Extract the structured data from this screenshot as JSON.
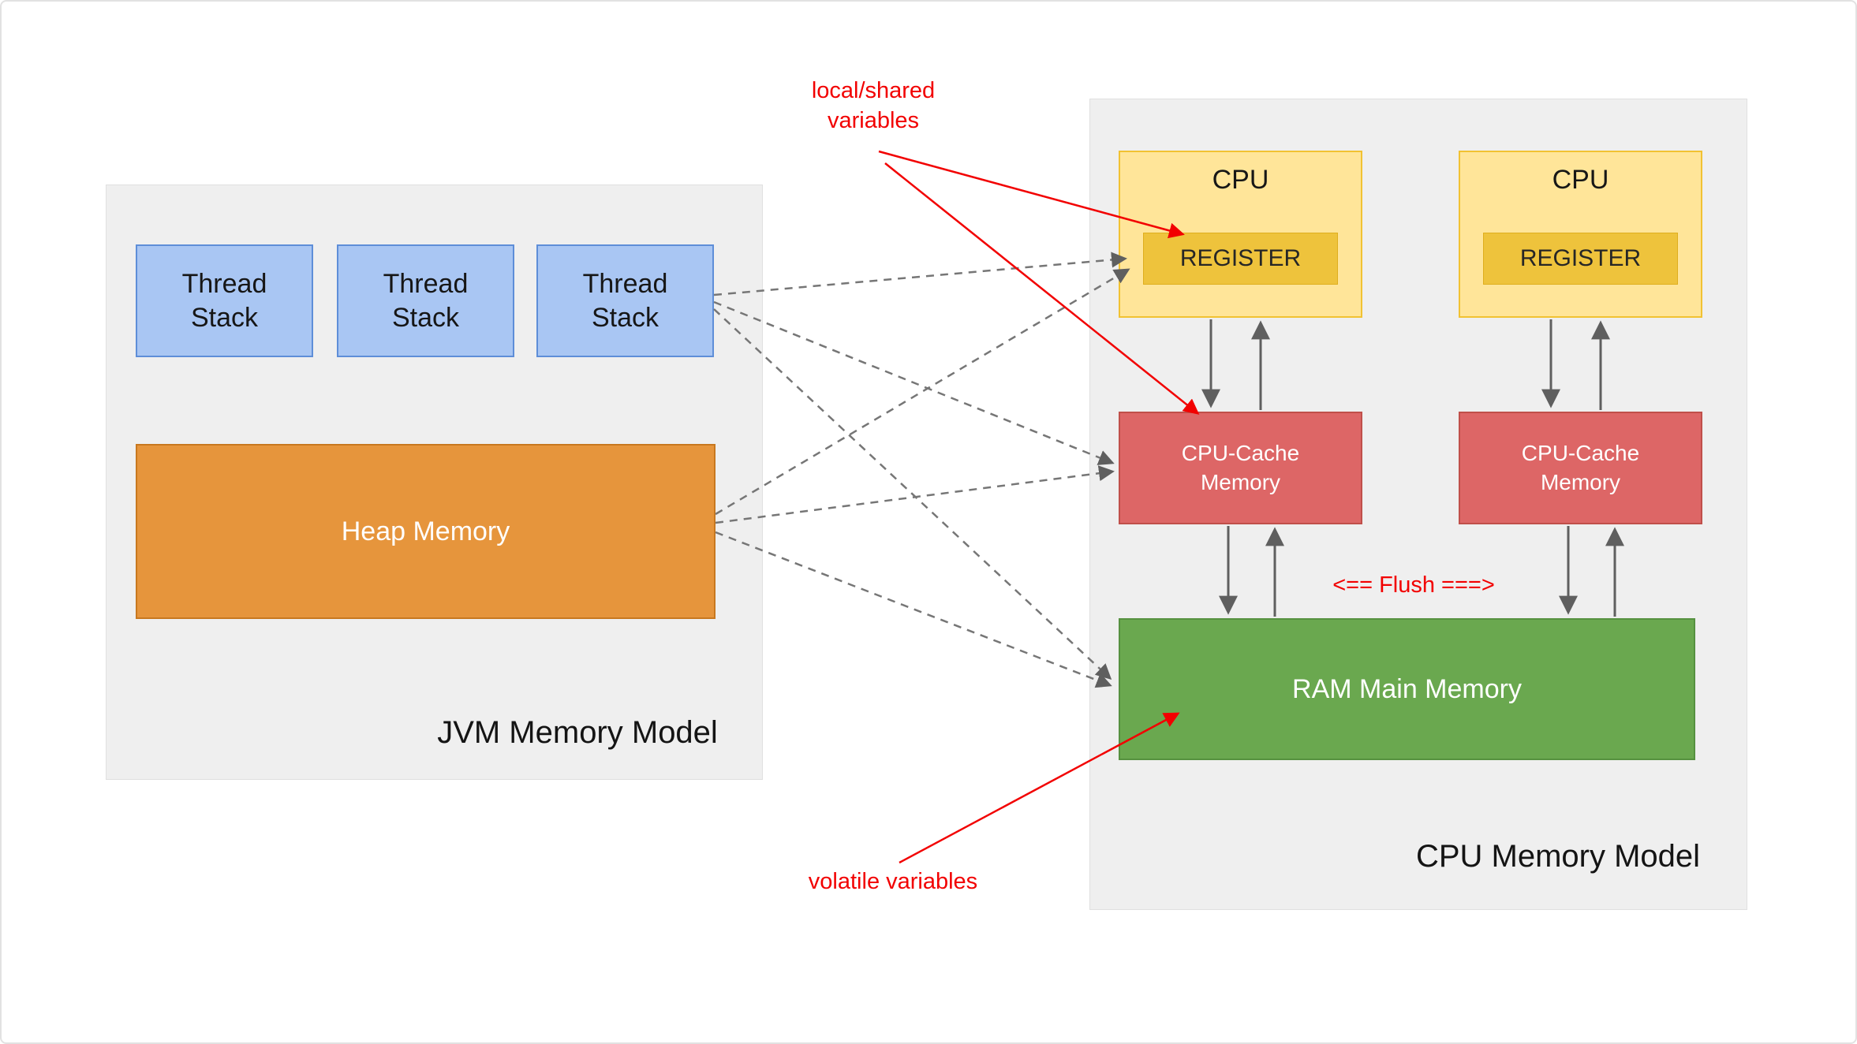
{
  "colors": {
    "thread_stack_fill": "#a9c6f3",
    "thread_stack_border": "#5e8ed8",
    "heap_fill": "#e6953c",
    "cpu_fill": "#ffe599",
    "cpu_border": "#f1c232",
    "register_fill": "#eec33c",
    "cache_fill": "#dd6666",
    "ram_fill": "#6aa84f",
    "panel_fill": "#efefef",
    "annotation_red": "#f20000",
    "arrow_gray": "#5f5f5f"
  },
  "jvm": {
    "title": "JVM Memory Model",
    "thread_stacks": [
      {
        "label": "Thread Stack"
      },
      {
        "label": "Thread Stack"
      },
      {
        "label": "Thread Stack"
      }
    ],
    "heap_label": "Heap Memory"
  },
  "cpu_model": {
    "title": "CPU Memory Model",
    "units": [
      {
        "cpu_label": "CPU",
        "register_label": "REGISTER",
        "cache_label": "CPU-Cache Memory"
      },
      {
        "cpu_label": "CPU",
        "register_label": "REGISTER",
        "cache_label": "CPU-Cache Memory"
      }
    ],
    "ram_label": "RAM Main Memory"
  },
  "annotations": {
    "local_shared": "local/shared variables",
    "flush": "<== Flush ===>",
    "volatile": "volatile variables"
  }
}
